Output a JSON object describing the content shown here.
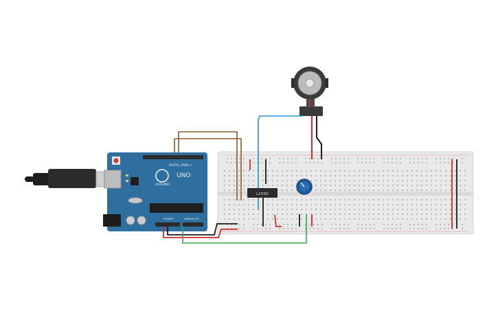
{
  "canvas": {
    "background": "#ffffff"
  },
  "arduino": {
    "board_label": "UNO",
    "brand_label": "ARDUINO",
    "digital_header_label": "DIGITAL (PWM~)",
    "power_label": "POWER",
    "analog_label": "ANALOG IN",
    "board_color": "#2f6f9f",
    "header_color": "#2b2b2b"
  },
  "chip": {
    "label": "L293D",
    "color": "#2b2b2b"
  },
  "potentiometer": {
    "knob_color": "#1f5c97"
  },
  "motor": {
    "body_color": "#3a3a3a"
  },
  "usb_cable": {
    "color": "#1e1e1e"
  },
  "wires": {
    "red": "#d22b2b",
    "black": "#1a1a1a",
    "brown": "#8b5a2b",
    "blue": "#2a8fd0",
    "green": "#3aa84a"
  },
  "breadboard": {
    "color": "#e8e8e8",
    "hole_color": "#b9b9b9",
    "rail_red": "#d22b2b",
    "rail_black": "#222222"
  }
}
